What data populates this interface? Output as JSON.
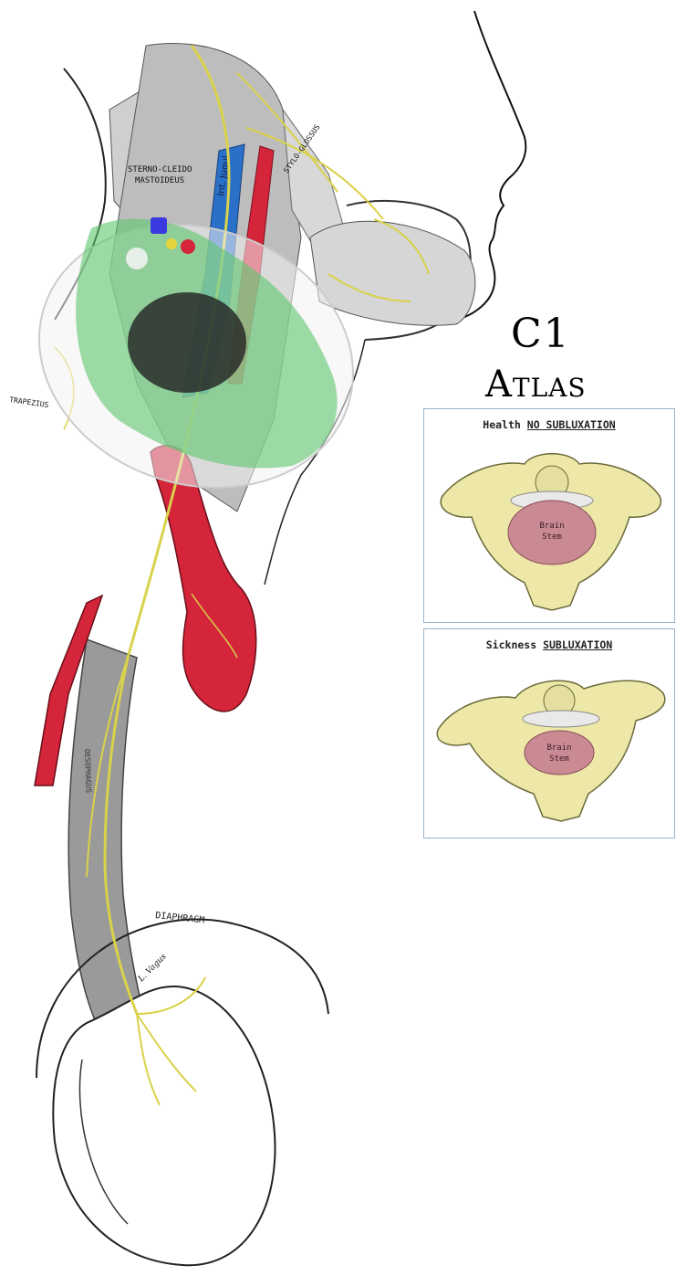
{
  "heading": {
    "line1": "C1",
    "line2": "Atlas"
  },
  "panels": [
    {
      "label": "Health",
      "status": "NO SUBLUXATION",
      "inner_label": [
        "Brain",
        "Stem"
      ]
    },
    {
      "label": "Sickness",
      "status": "SUBLUXATION",
      "inner_label": [
        "Brain",
        "Stem"
      ]
    }
  ],
  "anatomy_labels": {
    "sternocleido": [
      "STERNO-CLEIDO",
      "MASTOIDEUS"
    ],
    "int_jugular": "Int. Jugul.",
    "stylohyoid": "STYLO-GLOSSUS",
    "trapezius": "TRAPEZIUS",
    "diaphragm": "DIAPHRAGM",
    "vagus": "L. Vagus",
    "oesophagus": "OESOPHAGUS"
  },
  "colors": {
    "artery": "#d4253a",
    "vein": "#2a70c8",
    "nerve": "#d9d24a",
    "overlay": "#5fc76e",
    "bone": "#ede8a8",
    "brainstem": "#c98a94"
  }
}
